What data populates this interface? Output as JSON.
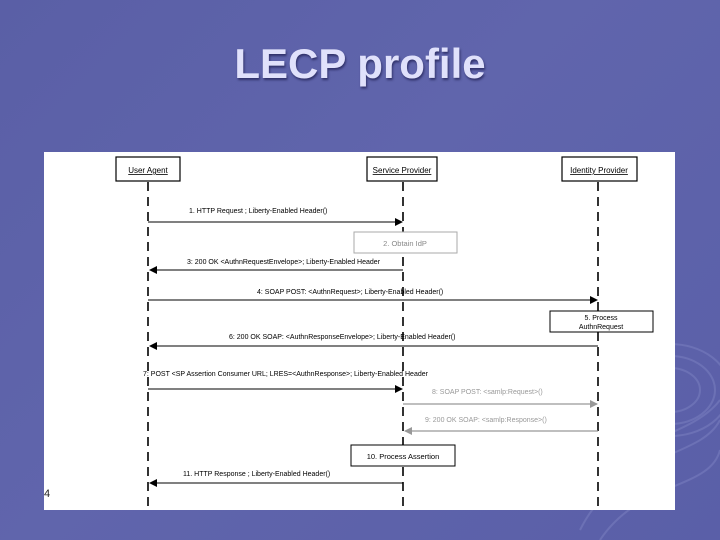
{
  "slide": {
    "title": "LECP profile",
    "page_number": "4"
  },
  "diagram": {
    "participants": {
      "user_agent": "User Agent",
      "service_provider": "Service Provider",
      "identity_provider": "Identity Provider"
    },
    "messages": [
      "1. HTTP Request ; Liberty-Enabled Header()",
      "3: 200 OK <AuthnRequestEnvelope>; Liberty-Enabled Header",
      "4: SOAP POST: <AuthnRequest>; Liberty-Enabled Header()",
      "6: 200 OK SOAP: <AuthnResponseEnvelope>; Liberty-Enabled Header()",
      "7: POST <SP Assertion Consumer URL; LRES=<AuthnResponse>; Liberty-Enabled Header",
      "8: SOAP POST: <samlp:Request>()",
      "9: 200 OK SOAP: <samlp:Response>()",
      "11. HTTP Response ; Liberty-Enabled Header()"
    ],
    "actions": {
      "obtain_idp": "2. Obtain IdP",
      "process_line1": "5. Process",
      "process_line2": "AuthnRequest",
      "process_assertion": "10. Process Assertion"
    }
  }
}
